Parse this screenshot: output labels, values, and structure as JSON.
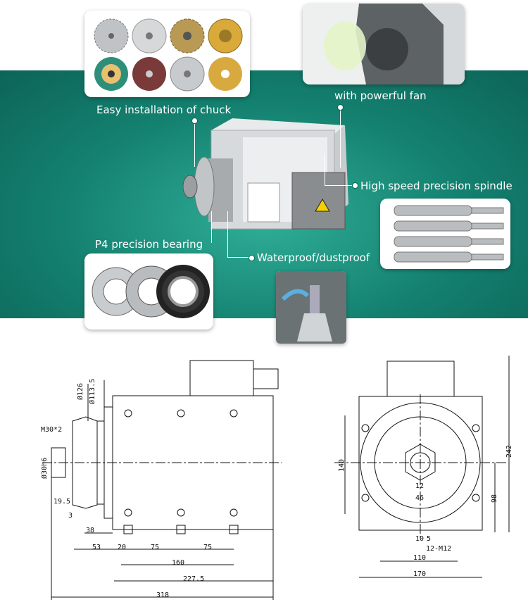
{
  "features": {
    "chuck": "Easy installation of chuck",
    "fan": "with powerful fan",
    "spindle": "High speed precision spindle",
    "bearing": "P4 precision bearing",
    "waterproof": "Waterproof/dustproof"
  },
  "colors": {
    "band": "#14806f",
    "accent": "#1ea68e"
  },
  "drawing": {
    "side": {
      "thread": "M30*2",
      "d126": "Ø126",
      "d113": "Ø113.5",
      "d30": "Ø30h6",
      "d19_5": "19.5",
      "d3": "3",
      "d38": "38",
      "d53": "53",
      "d20": "20",
      "d75a": "75",
      "d75b": "75",
      "d160": "160",
      "d227": "227.5",
      "d318": "318"
    },
    "front": {
      "d140": "140",
      "d242": "242",
      "d98": "98",
      "d12": "12",
      "d46": "46",
      "d10": "10",
      "d5": "5",
      "holes": "12-M12",
      "d110": "110",
      "d170": "170"
    }
  }
}
